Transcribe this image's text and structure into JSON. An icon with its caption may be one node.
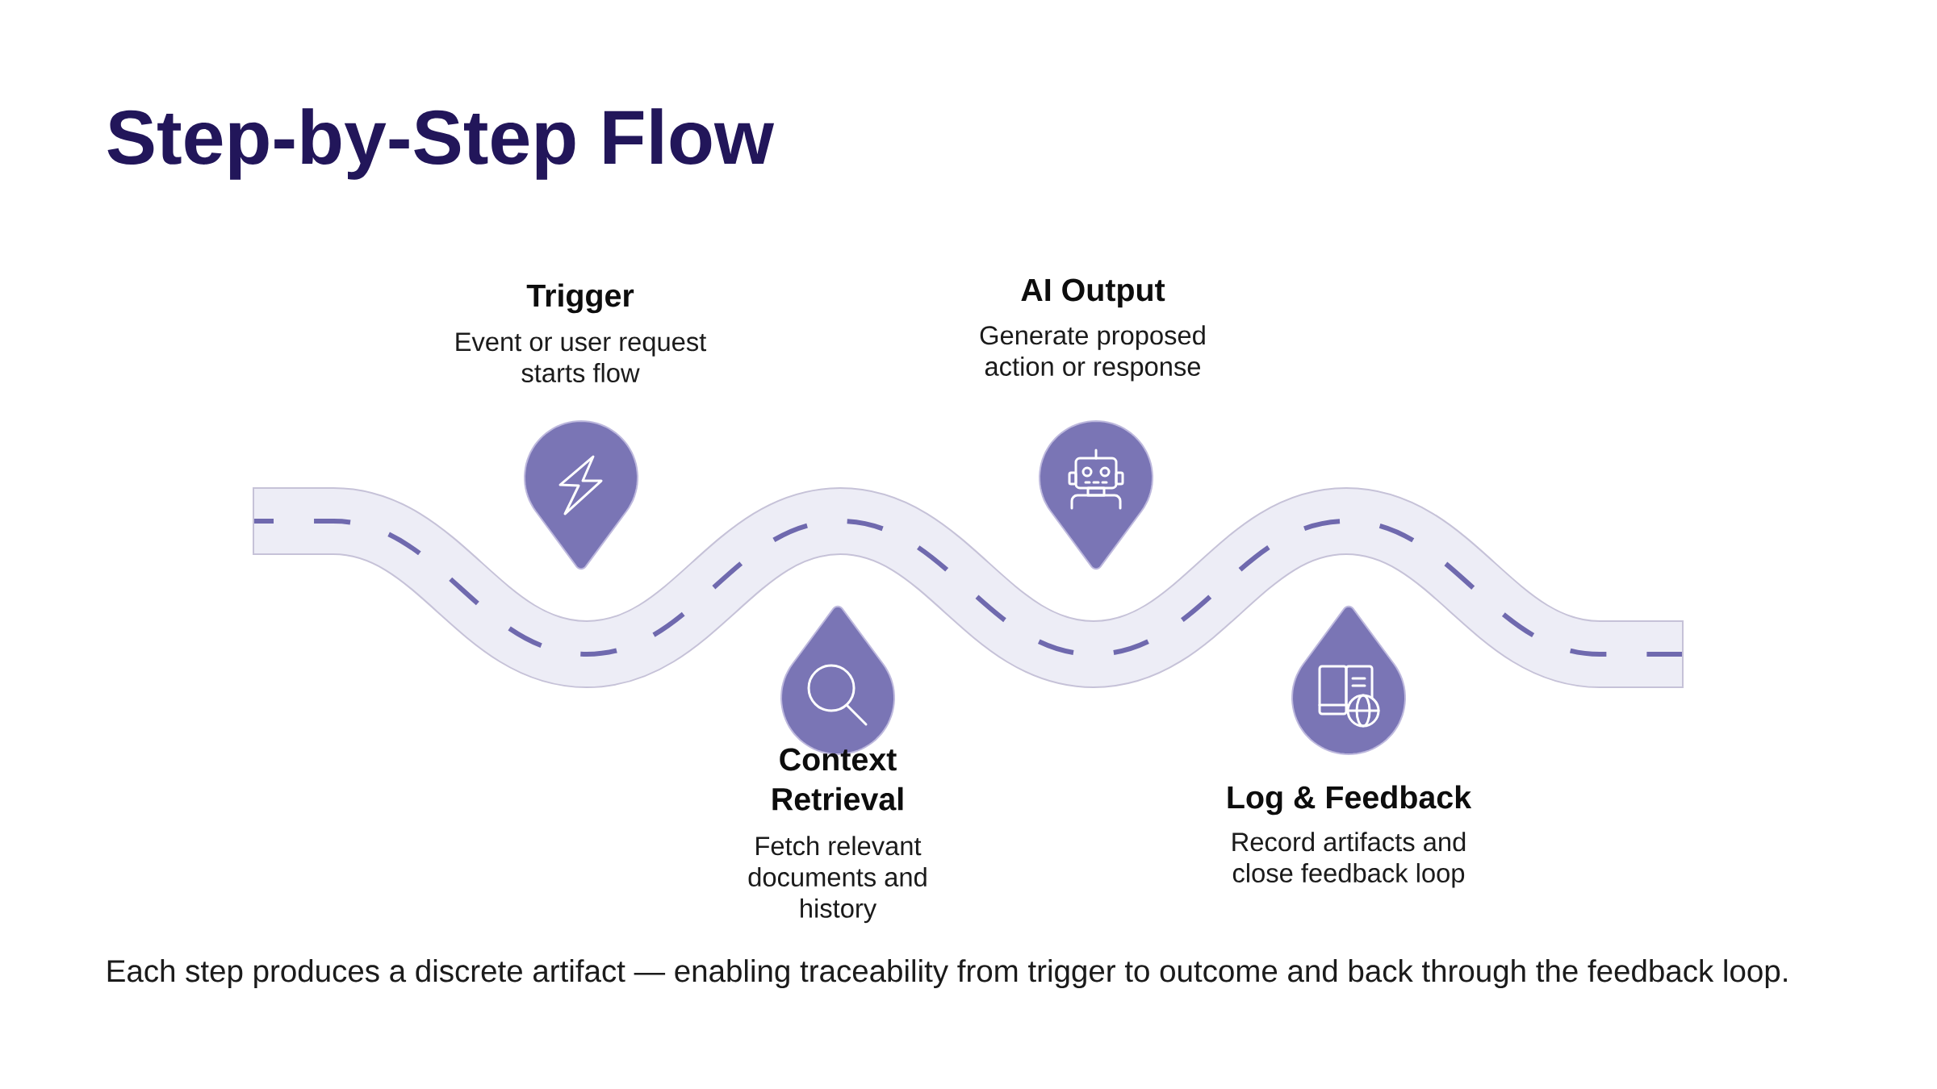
{
  "diagram": {
    "title": "Step-by-Step Flow",
    "nodes": [
      {
        "text": [
          "Trigger",
          "Event or user request starts flow"
        ]
      },
      {
        "text": [
          "Context Retrieval",
          "Fetch relevant documents and history"
        ]
      },
      {
        "text": [
          "AI Output",
          "Generate proposed action or response"
        ]
      },
      {
        "text": [
          "Log & Feedback",
          "Record artifacts and close feedback loop"
        ]
      }
    ],
    "caption": "Each step produces a discrete artifact — enabling traceability from trigger to outcome and back through the feedback loop."
  }
}
